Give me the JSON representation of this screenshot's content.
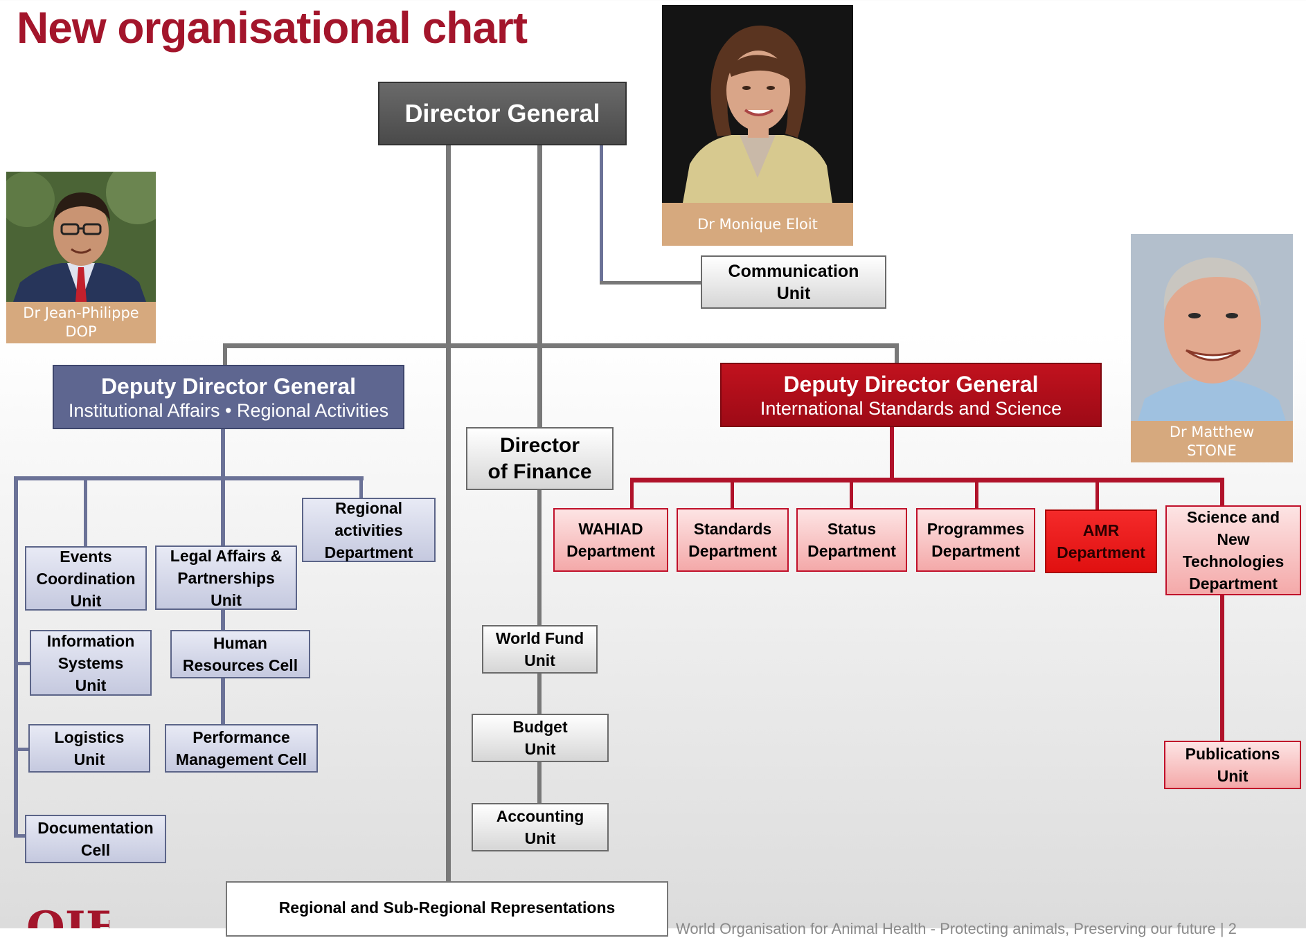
{
  "title": "New organisational chart",
  "director_general": "Director General",
  "communication_unit": [
    "Communication",
    "Unit"
  ],
  "director_finance": [
    "Director",
    "of Finance"
  ],
  "ddg_left": {
    "title": "Deputy Director General",
    "subtitle": "Institutional Affairs • Regional Activities"
  },
  "ddg_right": {
    "title": "Deputy Director General",
    "subtitle": "International Standards and Science"
  },
  "left_units": {
    "regional_activities": [
      "Regional",
      "activities",
      "Department"
    ],
    "events": [
      "Events",
      "Coordination",
      "Unit"
    ],
    "legal": [
      "Legal Affairs &",
      "Partnerships",
      "Unit"
    ],
    "information_systems": [
      "Information",
      "Systems",
      "Unit"
    ],
    "human_resources": [
      "Human",
      "Resources Cell"
    ],
    "logistics": [
      "Logistics",
      "Unit"
    ],
    "performance": [
      "Performance",
      "Management Cell"
    ],
    "documentation": [
      "Documentation",
      "Cell"
    ]
  },
  "finance_units": {
    "world_fund": [
      "World Fund",
      "Unit"
    ],
    "budget": [
      "Budget",
      "Unit"
    ],
    "accounting": [
      "Accounting",
      "Unit"
    ]
  },
  "right_units": {
    "wahiad": [
      "WAHIAD",
      "Department"
    ],
    "standards": [
      "Standards",
      "Department"
    ],
    "status": [
      "Status",
      "Department"
    ],
    "programmes": [
      "Programmes",
      "Department"
    ],
    "amr": [
      "AMR",
      "Department"
    ],
    "science": [
      "Science and",
      "New",
      "Technologies",
      "Department"
    ],
    "publications": [
      "Publications",
      "Unit"
    ]
  },
  "regional_representations": "Regional and Sub-Regional Representations",
  "people": {
    "monique": "Dr Monique Eloit",
    "jean_philippe": [
      "Dr Jean-Philippe",
      "DOP"
    ],
    "matthew": [
      "Dr Matthew",
      "STONE"
    ]
  },
  "logo_text": "OIE",
  "footer": "World Organisation for Animal Health - Protecting animals, Preserving our future | 2",
  "colors": {
    "title": "#a3152b",
    "left_branch": "#5e6690",
    "right_branch": "#b0122a",
    "caption_bg": "#d6a97e"
  }
}
